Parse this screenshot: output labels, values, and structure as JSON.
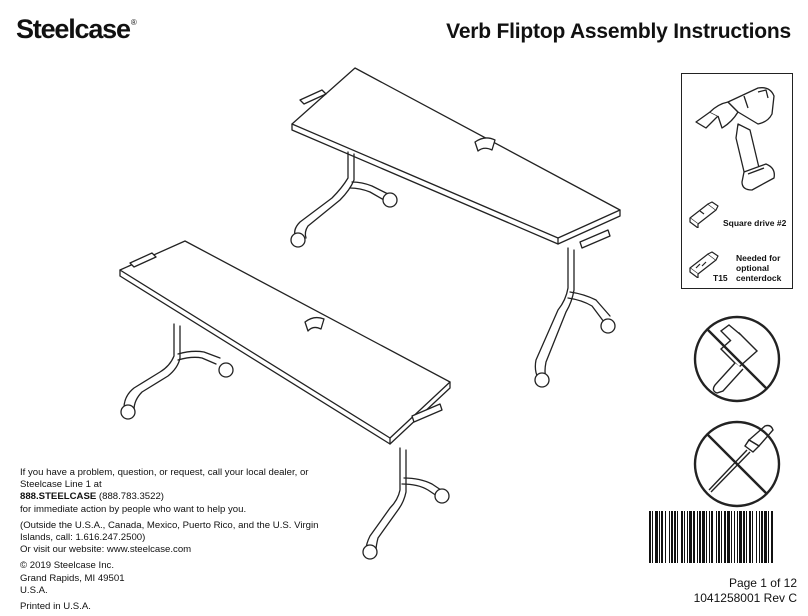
{
  "header": {
    "brand": "Steelcase",
    "registered_mark": "®",
    "title": "Verb Fliptop Assembly Instructions"
  },
  "tools": {
    "drill_icon": "power-drill",
    "bit1": {
      "icon": "square-drive-bit",
      "label": "Square drive #2"
    },
    "bit2": {
      "icon": "torx-bit",
      "label_prefix": "T15",
      "label": "Needed for optional centerdock"
    },
    "prohibited": [
      {
        "icon": "hammer-prohibited"
      },
      {
        "icon": "screwdriver-prohibited"
      }
    ]
  },
  "illustration": {
    "icon": "fliptop-tables-illustration"
  },
  "contact": {
    "line1": "If you have a problem, question, or request, call your local dealer, or Steelcase Line 1 at",
    "phone_bold": "888.STEELCASE",
    "phone_numeric": " (888.783.3522)",
    "line2": "for immediate action by people who want to help you.",
    "intl": "(Outside the U.S.A., Canada, Mexico, Puerto Rico, and the U.S. Virgin Islands, call: 1.616.247.2500)",
    "web": "Or visit our website: www.steelcase.com",
    "copyright": "© 2019 Steelcase Inc.",
    "city": "Grand Rapids, MI 49501",
    "country": "U.S.A.",
    "printed": "Printed in U.S.A."
  },
  "footer": {
    "page": "Page 1 of 12",
    "part_number": "1041258001 Rev C"
  }
}
